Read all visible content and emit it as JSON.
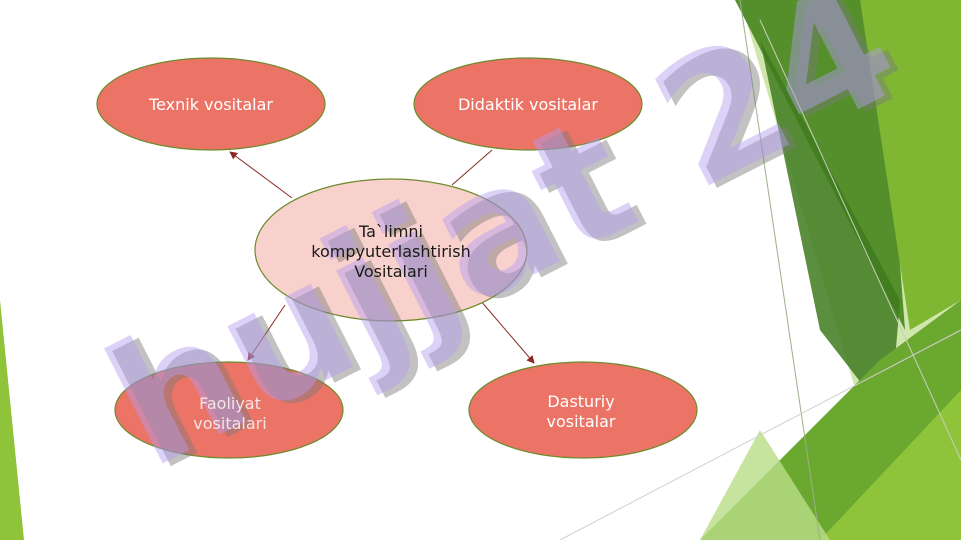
{
  "diagram": {
    "center": {
      "lines": [
        "Ta`limni",
        "kompyuterlashtirish",
        "Vositalari"
      ]
    },
    "nodes": {
      "top_left": {
        "lines": [
          "Texnik  vositalar"
        ]
      },
      "top_right": {
        "lines": [
          "Didaktik vositalar"
        ]
      },
      "bottom_left": {
        "lines": [
          "Faoliyat",
          "vositalari"
        ]
      },
      "bottom_right": {
        "lines": [
          "Dasturiy",
          "vositalar"
        ]
      }
    }
  },
  "watermark": {
    "text": "hujjat 24"
  },
  "colors": {
    "node_fill": "#ec7467",
    "center_fill": "#f8d1cd",
    "node_border": "#6e8b2a",
    "arrow": "#8b2a24",
    "green_dark": "#4e8a25",
    "green_light": "#8fc33a"
  }
}
